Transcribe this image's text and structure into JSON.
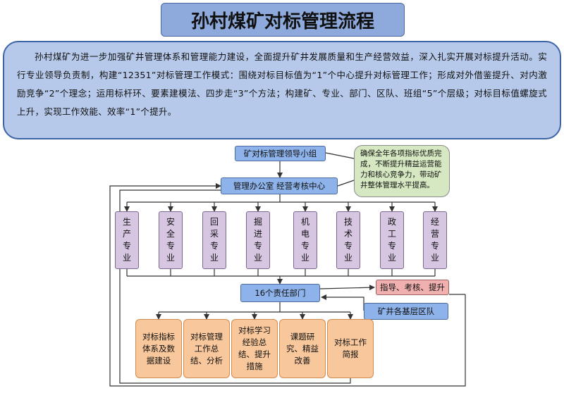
{
  "title": "孙村煤矿对标管理流程",
  "intro": "孙村煤矿为进一步加强矿井管理体系和管理能力建设，全面提升矿井发展质量和生产经营效益，深入扎实开展对标提升活动。实行专业领导负责制，构建“12351”对标管理工作模式：围绕对标目标值为“1”个中心提升对标管理工作；形成对外借鉴提升、对内激励竞争“2”个理念；运用标杆环、要素建模法、四步走“3”个方法；构建矿、专业、部门、区队、班组“5”个层级；对标目标值螺旋式上升，实现工作效能、效率“1”个提升。",
  "leading_group": "矿对标管理领导小组",
  "office": "管理办公室    经营考核中心",
  "note": "确保全年各项指标优质完成，不断提升精益运营能力和核心竞争力，带动矿井整体管理水平提高。",
  "professions": [
    "生产专业",
    "安全专业",
    "回采专业",
    "掘进专业",
    "机电专业",
    "技术专业",
    "政工专业",
    "经营专业"
  ],
  "departments": "16个责任部门",
  "guide": "指导、考核、提升",
  "teams": "矿井各基层区队",
  "outputs": [
    "对标指标体系及数据建设",
    "对标管理工作总结、分析",
    "对标学习经验总结、提升措施",
    "课题研究、精益改善",
    "对标工作简报"
  ]
}
